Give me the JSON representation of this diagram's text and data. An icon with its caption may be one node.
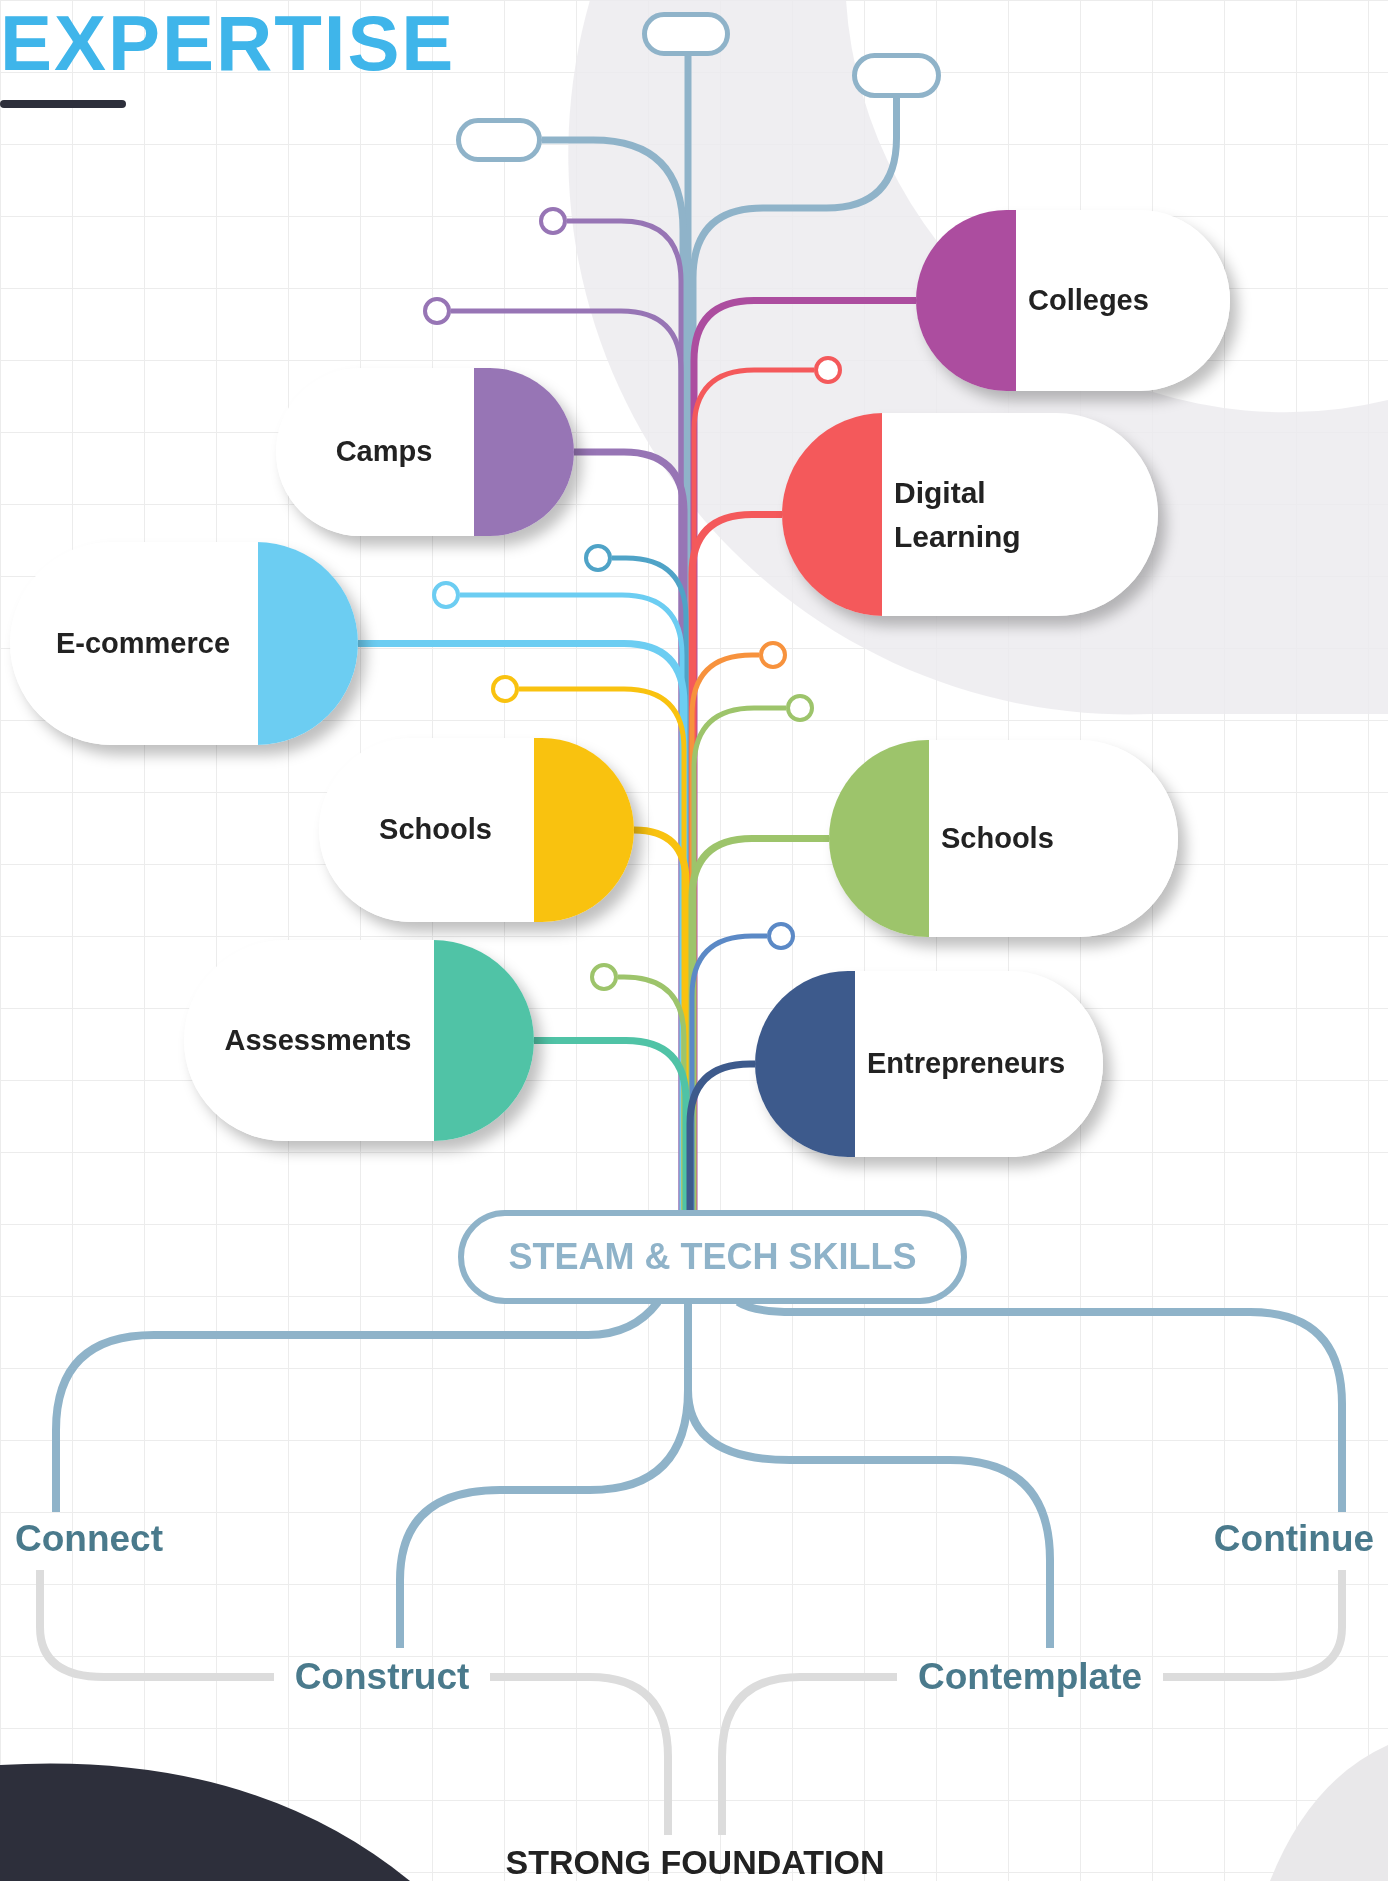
{
  "diagram": {
    "title": "EXPERTISE",
    "nodes": [
      {
        "text": [],
        "shape": "box"
      },
      {
        "text": [],
        "shape": "box"
      },
      {
        "text": [],
        "shape": "box"
      },
      {
        "text": [],
        "shape": "circle"
      },
      {
        "text": [
          "Colleges"
        ]
      },
      {
        "text": [],
        "shape": "circle"
      },
      {
        "text": [],
        "shape": "circle"
      },
      {
        "text": [
          "Camps"
        ]
      },
      {
        "text": [
          "Digital Learning"
        ]
      },
      {
        "text": [],
        "shape": "circle"
      },
      {
        "text": [
          "E-commerce"
        ]
      },
      {
        "text": [],
        "shape": "circle"
      },
      {
        "text": [],
        "shape": "circle"
      },
      {
        "text": [],
        "shape": "circle"
      },
      {
        "text": [],
        "shape": "circle"
      },
      {
        "text": [
          "Schools"
        ]
      },
      {
        "text": [
          "Schools"
        ]
      },
      {
        "text": [],
        "shape": "circle"
      },
      {
        "text": [],
        "shape": "circle"
      },
      {
        "text": [
          "Assessments"
        ]
      },
      {
        "text": [
          "Entrepreneurs"
        ]
      },
      {
        "text": [
          "STEAM & TECH SKILLS"
        ]
      },
      {
        "text": [
          "Connect"
        ]
      },
      {
        "text": [
          "Continue"
        ]
      },
      {
        "text": [
          "Construct"
        ]
      },
      {
        "text": [
          "Contemplate"
        ]
      },
      {
        "text": [
          "STRONG FOUNDATION"
        ]
      }
    ],
    "edges": [
      {
        "from": 0,
        "to": 21,
        "arrow": "none"
      },
      {
        "from": 1,
        "to": 21,
        "arrow": "none"
      },
      {
        "from": 2,
        "to": 21,
        "arrow": "none"
      },
      {
        "from": 3,
        "to": 21,
        "arrow": "none",
        "color": "#9775b5"
      },
      {
        "from": 4,
        "to": 21,
        "arrow": "none",
        "color": "#ac4d9f"
      },
      {
        "from": 5,
        "to": 21,
        "arrow": "none",
        "color": "#9775b5"
      },
      {
        "from": 6,
        "to": 21,
        "arrow": "none",
        "color": "#f4595b"
      },
      {
        "from": 7,
        "to": 21,
        "arrow": "none",
        "color": "#9775b5"
      },
      {
        "from": 8,
        "to": 21,
        "arrow": "none",
        "color": "#f4595b"
      },
      {
        "from": 9,
        "to": 21,
        "arrow": "none",
        "color": "#4fa3c7"
      },
      {
        "from": 10,
        "to": 21,
        "arrow": "none",
        "color": "#6ccdf2"
      },
      {
        "from": 11,
        "to": 21,
        "arrow": "none",
        "color": "#6ccdf2"
      },
      {
        "from": 12,
        "to": 21,
        "arrow": "none",
        "color": "#f7923d"
      },
      {
        "from": 13,
        "to": 21,
        "arrow": "none",
        "color": "#f9c20f"
      },
      {
        "from": 14,
        "to": 21,
        "arrow": "none",
        "color": "#9dc46b"
      },
      {
        "from": 15,
        "to": 21,
        "arrow": "none",
        "color": "#f9c20f"
      },
      {
        "from": 16,
        "to": 21,
        "arrow": "none",
        "color": "#9dc46b"
      },
      {
        "from": 17,
        "to": 21,
        "arrow": "none",
        "color": "#5b89c6"
      },
      {
        "from": 18,
        "to": 21,
        "arrow": "none",
        "color": "#9dc46b"
      },
      {
        "from": 19,
        "to": 21,
        "arrow": "none",
        "color": "#50c3a6"
      },
      {
        "from": 20,
        "to": 21,
        "arrow": "none",
        "color": "#3d5a8c"
      },
      {
        "from": 21,
        "to": 22,
        "arrow": "none"
      },
      {
        "from": 21,
        "to": 24,
        "arrow": "none"
      },
      {
        "from": 21,
        "to": 25,
        "arrow": "none"
      },
      {
        "from": 21,
        "to": 23,
        "arrow": "none"
      },
      {
        "from": 22,
        "to": 24,
        "arrow": "none",
        "color": "#dcdcdc"
      },
      {
        "from": 24,
        "to": 26,
        "arrow": "none",
        "color": "#dcdcdc"
      },
      {
        "from": 25,
        "to": 26,
        "arrow": "none",
        "color": "#dcdcdc"
      },
      {
        "from": 23,
        "to": 25,
        "arrow": "none",
        "color": "#dcdcdc"
      }
    ]
  }
}
